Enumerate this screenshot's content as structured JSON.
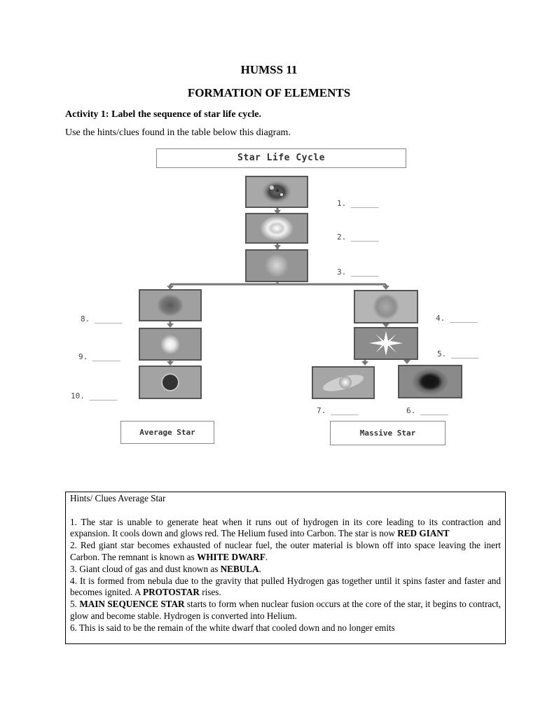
{
  "header": {
    "title": "HUMSS 11",
    "subtitle": "FORMATION OF ELEMENTS",
    "activity": "Activity 1: Label the sequence of star life cycle.",
    "instruction": "Use the hints/clues found in the table below this diagram."
  },
  "diagram": {
    "title": "Star Life Cycle",
    "blanks": {
      "b1": "1. ______",
      "b2": "2. ______",
      "b3": "3. ______",
      "b4": "4. ______",
      "b5": "5. ______",
      "b6": "6. ______",
      "b7": "7. ______",
      "b8": "8. ______",
      "b9": "9. ______",
      "b10": "10. ______"
    },
    "average_label": "Average Star",
    "massive_label": "Massive Star"
  },
  "hints": {
    "heading": "Hints/ Clues  Average Star",
    "items": [
      {
        "text": "1. The star is unable to generate heat when it runs out of hydrogen in its core leading to its contraction and expansion. It cools down and glows red. The Helium fused into Carbon. The star is now ",
        "bold": "RED GIANT",
        "after": ""
      },
      {
        "text": "2. Red giant star becomes exhausted of nuclear fuel, the outer material is blown off into space leaving the inert Carbon. The remnant is known as ",
        "bold": "WHITE DWARF",
        "after": "."
      },
      {
        "text": "3. Giant cloud of gas and dust known as ",
        "bold": "NEBULA",
        "after": "."
      },
      {
        "text": "4. It is formed from nebula due to the gravity that pulled Hydrogen gas together until it spins faster and faster and becomes ignited. A ",
        "bold": "PROTOSTAR",
        "after": " rises."
      },
      {
        "text": "5. ",
        "bold": "MAIN SEQUENCE STAR",
        "after": " starts to form when nuclear fusion occurs at the core of the star, it begins to contract, glow and become stable. Hydrogen is converted into Helium."
      },
      {
        "text": "6. This is said to be the remain of the white dwarf that cooled down and no longer emits",
        "bold": "",
        "after": ""
      }
    ]
  }
}
